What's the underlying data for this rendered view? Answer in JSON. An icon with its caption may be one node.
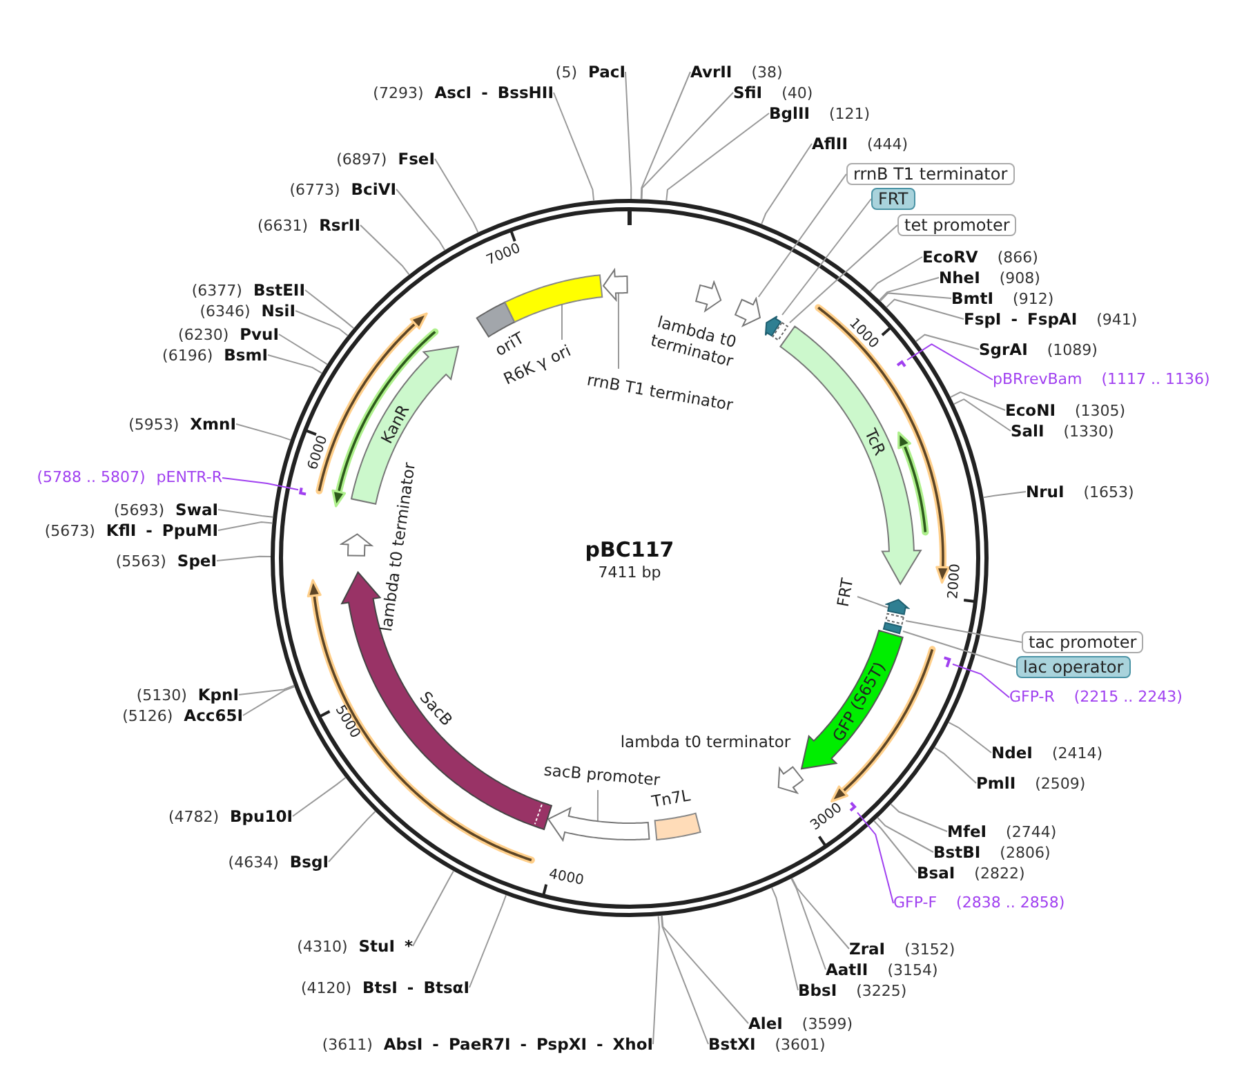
{
  "diagram": {
    "title": "pBC117",
    "nodes": [
      {
        "text": [
          "(5)",
          "PacI"
        ]
      },
      {
        "text": [
          "AvrII",
          "(38)"
        ]
      },
      {
        "text": [
          "SfiI",
          "(40)"
        ]
      },
      {
        "text": [
          "BglII",
          "(121)"
        ]
      },
      {
        "text": [
          "AflII",
          "(444)"
        ]
      },
      {
        "text": [
          "rrnB T1 terminator"
        ]
      },
      {
        "text": [
          "FRT"
        ]
      },
      {
        "text": [
          "tet promoter"
        ]
      },
      {
        "text": [
          "EcoRV",
          "(866)"
        ]
      },
      {
        "text": [
          "NheI",
          "(908)"
        ]
      },
      {
        "text": [
          "BmtI",
          "(912)"
        ]
      },
      {
        "text": [
          "FspI - FspAI",
          "(941)"
        ]
      },
      {
        "text": [
          "SgrAI",
          "(1089)"
        ]
      },
      {
        "text": [
          "pBRrevBam",
          "(1117 .. 1136)"
        ]
      },
      {
        "text": [
          "EcoNI",
          "(1305)"
        ]
      },
      {
        "text": [
          "SalI",
          "(1330)"
        ]
      },
      {
        "text": [
          "NruI",
          "(1653)"
        ]
      },
      {
        "text": [
          "tac promoter"
        ]
      },
      {
        "text": [
          "lac operator"
        ]
      },
      {
        "text": [
          "GFP-R",
          "(2215 .. 2243)"
        ]
      },
      {
        "text": [
          "NdeI",
          "(2414)"
        ]
      },
      {
        "text": [
          "PmlI",
          "(2509)"
        ]
      },
      {
        "text": [
          "MfeI",
          "(2744)"
        ]
      },
      {
        "text": [
          "BstBI",
          "(2806)"
        ]
      },
      {
        "text": [
          "BsaI",
          "(2822)"
        ]
      },
      {
        "text": [
          "GFP-F",
          "(2838 .. 2858)"
        ]
      },
      {
        "text": [
          "ZraI",
          "(3152)"
        ]
      },
      {
        "text": [
          "AatII",
          "(3154)"
        ]
      },
      {
        "text": [
          "BbsI",
          "(3225)"
        ]
      },
      {
        "text": [
          "AleI",
          "(3599)"
        ]
      },
      {
        "text": [
          "BstXI",
          "(3601)"
        ]
      },
      {
        "text": [
          "(3611)",
          "AbsI - PaeR7I - PspXI - XhoI"
        ]
      },
      {
        "text": [
          "(4120)",
          "BtsI - BtsαI"
        ]
      },
      {
        "text": [
          "(4310)",
          "StuI *"
        ]
      },
      {
        "text": [
          "(4634)",
          "BsgI"
        ]
      },
      {
        "text": [
          "(4782)",
          "Bpu10I"
        ]
      },
      {
        "text": [
          "(5126)",
          "Acc65I"
        ]
      },
      {
        "text": [
          "(5130)",
          "KpnI"
        ]
      },
      {
        "text": [
          "(5563)",
          "SpeI"
        ]
      },
      {
        "text": [
          "(5673)",
          "KflI - PpuMI"
        ]
      },
      {
        "text": [
          "(5693)",
          "SwaI"
        ]
      },
      {
        "text": [
          "(5788 .. 5807)",
          "pENTR-R"
        ]
      },
      {
        "text": [
          "(5953)",
          "XmnI"
        ]
      },
      {
        "text": [
          "(6196)",
          "BsmI"
        ]
      },
      {
        "text": [
          "(6230)",
          "PvuI"
        ]
      },
      {
        "text": [
          "(6346)",
          "NsiI"
        ]
      },
      {
        "text": [
          "(6377)",
          "BstEII"
        ]
      },
      {
        "text": [
          "(6631)",
          "RsrII"
        ]
      },
      {
        "text": [
          "(6773)",
          "BciVI"
        ]
      },
      {
        "text": [
          "(6897)",
          "FseI"
        ]
      },
      {
        "text": [
          "(7293)",
          "AscI - BssHII"
        ]
      },
      {
        "text": [
          "rrnB T1 terminator"
        ]
      },
      {
        "text": [],
        "shape": "arrow"
      },
      {
        "text": [
          "lambda t0 terminator"
        ]
      },
      {
        "text": [],
        "shape": "arrow"
      },
      {
        "text": [],
        "shape": "arrow"
      },
      {
        "text": [],
        "shape": "box"
      },
      {
        "text": [
          "TcR"
        ]
      },
      {
        "text": [],
        "shape": "arrow"
      },
      {
        "text": [
          "FRT"
        ]
      },
      {
        "text": [],
        "shape": "arrow"
      },
      {
        "text": [],
        "shape": "box"
      },
      {
        "text": [],
        "shape": "bar"
      },
      {
        "text": [],
        "shape": "arrow"
      },
      {
        "text": [
          "GFP (S65T)"
        ]
      },
      {
        "text": [
          "lambda t0 terminator"
        ]
      },
      {
        "text": [],
        "shape": "arrow"
      },
      {
        "text": [
          "Tn7L"
        ]
      },
      {
        "text": [
          "sacB promoter"
        ]
      },
      {
        "text": [],
        "shape": "arrow"
      },
      {
        "text": [
          "SacB"
        ]
      },
      {
        "text": [
          "lambda t0 terminator"
        ]
      },
      {
        "text": [
          "KanR"
        ]
      },
      {
        "text": [],
        "shape": "arrow"
      },
      {
        "text": [
          "oriT"
        ]
      },
      {
        "text": [
          "R6K γ ori"
        ]
      },
      {
        "text": [],
        "shape": "box"
      }
    ],
    "edges": [
      {
        "from": 0,
        "to": null,
        "arrow": "none"
      },
      {
        "from": 1,
        "to": null,
        "arrow": "none"
      },
      {
        "from": 2,
        "to": null,
        "arrow": "none"
      },
      {
        "from": 3,
        "to": null,
        "arrow": "none"
      },
      {
        "from": 4,
        "to": null,
        "arrow": "none"
      },
      {
        "from": 5,
        "to": 54,
        "arrow": "none"
      },
      {
        "from": 6,
        "to": 55,
        "arrow": "none"
      },
      {
        "from": 7,
        "to": 56,
        "arrow": "none"
      },
      {
        "from": 8,
        "to": null,
        "arrow": "none"
      },
      {
        "from": 9,
        "to": null,
        "arrow": "none"
      },
      {
        "from": 10,
        "to": null,
        "arrow": "none"
      },
      {
        "from": 11,
        "to": null,
        "arrow": "none"
      },
      {
        "from": 12,
        "to": null,
        "arrow": "none"
      },
      {
        "from": 13,
        "to": 58,
        "arrow": "none",
        "color": "#a040f0"
      },
      {
        "from": 14,
        "to": null,
        "arrow": "none"
      },
      {
        "from": 15,
        "to": null,
        "arrow": "none"
      },
      {
        "from": 16,
        "to": null,
        "arrow": "none"
      },
      {
        "from": 17,
        "to": 61,
        "arrow": "none"
      },
      {
        "from": 18,
        "to": 62,
        "arrow": "none"
      },
      {
        "from": 19,
        "to": 63,
        "arrow": "none",
        "color": "#a040f0"
      },
      {
        "from": 20,
        "to": null,
        "arrow": "none"
      },
      {
        "from": 21,
        "to": null,
        "arrow": "none"
      },
      {
        "from": 22,
        "to": null,
        "arrow": "none"
      },
      {
        "from": 23,
        "to": null,
        "arrow": "none"
      },
      {
        "from": 24,
        "to": null,
        "arrow": "none"
      },
      {
        "from": 25,
        "to": 66,
        "arrow": "none",
        "color": "#a040f0"
      },
      {
        "from": 26,
        "to": null,
        "arrow": "none"
      },
      {
        "from": 27,
        "to": null,
        "arrow": "none"
      },
      {
        "from": 28,
        "to": null,
        "arrow": "none"
      },
      {
        "from": 29,
        "to": null,
        "arrow": "none"
      },
      {
        "from": 30,
        "to": null,
        "arrow": "none"
      },
      {
        "from": 31,
        "to": null,
        "arrow": "none"
      },
      {
        "from": 32,
        "to": null,
        "arrow": "none"
      },
      {
        "from": 33,
        "to": null,
        "arrow": "none"
      },
      {
        "from": 34,
        "to": null,
        "arrow": "none"
      },
      {
        "from": 35,
        "to": null,
        "arrow": "none"
      },
      {
        "from": 36,
        "to": null,
        "arrow": "none"
      },
      {
        "from": 37,
        "to": null,
        "arrow": "none"
      },
      {
        "from": 38,
        "to": null,
        "arrow": "none"
      },
      {
        "from": 39,
        "to": null,
        "arrow": "none"
      },
      {
        "from": 40,
        "to": null,
        "arrow": "none"
      },
      {
        "from": 41,
        "to": 73,
        "arrow": "none",
        "color": "#a040f0"
      },
      {
        "from": 42,
        "to": null,
        "arrow": "none"
      },
      {
        "from": 43,
        "to": null,
        "arrow": "none"
      },
      {
        "from": 44,
        "to": null,
        "arrow": "none"
      },
      {
        "from": 45,
        "to": null,
        "arrow": "none"
      },
      {
        "from": 46,
        "to": null,
        "arrow": "none"
      },
      {
        "from": 47,
        "to": null,
        "arrow": "none"
      },
      {
        "from": 48,
        "to": null,
        "arrow": "none"
      },
      {
        "from": 49,
        "to": null,
        "arrow": "none"
      },
      {
        "from": 50,
        "to": null,
        "arrow": "none"
      },
      {
        "from": 51,
        "to": 52,
        "arrow": "none"
      },
      {
        "from": 59,
        "to": 60,
        "arrow": "none"
      },
      {
        "from": 68,
        "to": 69,
        "arrow": "none"
      },
      {
        "from": 75,
        "to": 76,
        "arrow": "none"
      }
    ],
    "labels": [
      "1000",
      "2000",
      "3000",
      "4000",
      "5000",
      "6000",
      "7000",
      "7411 bp"
    ]
  }
}
